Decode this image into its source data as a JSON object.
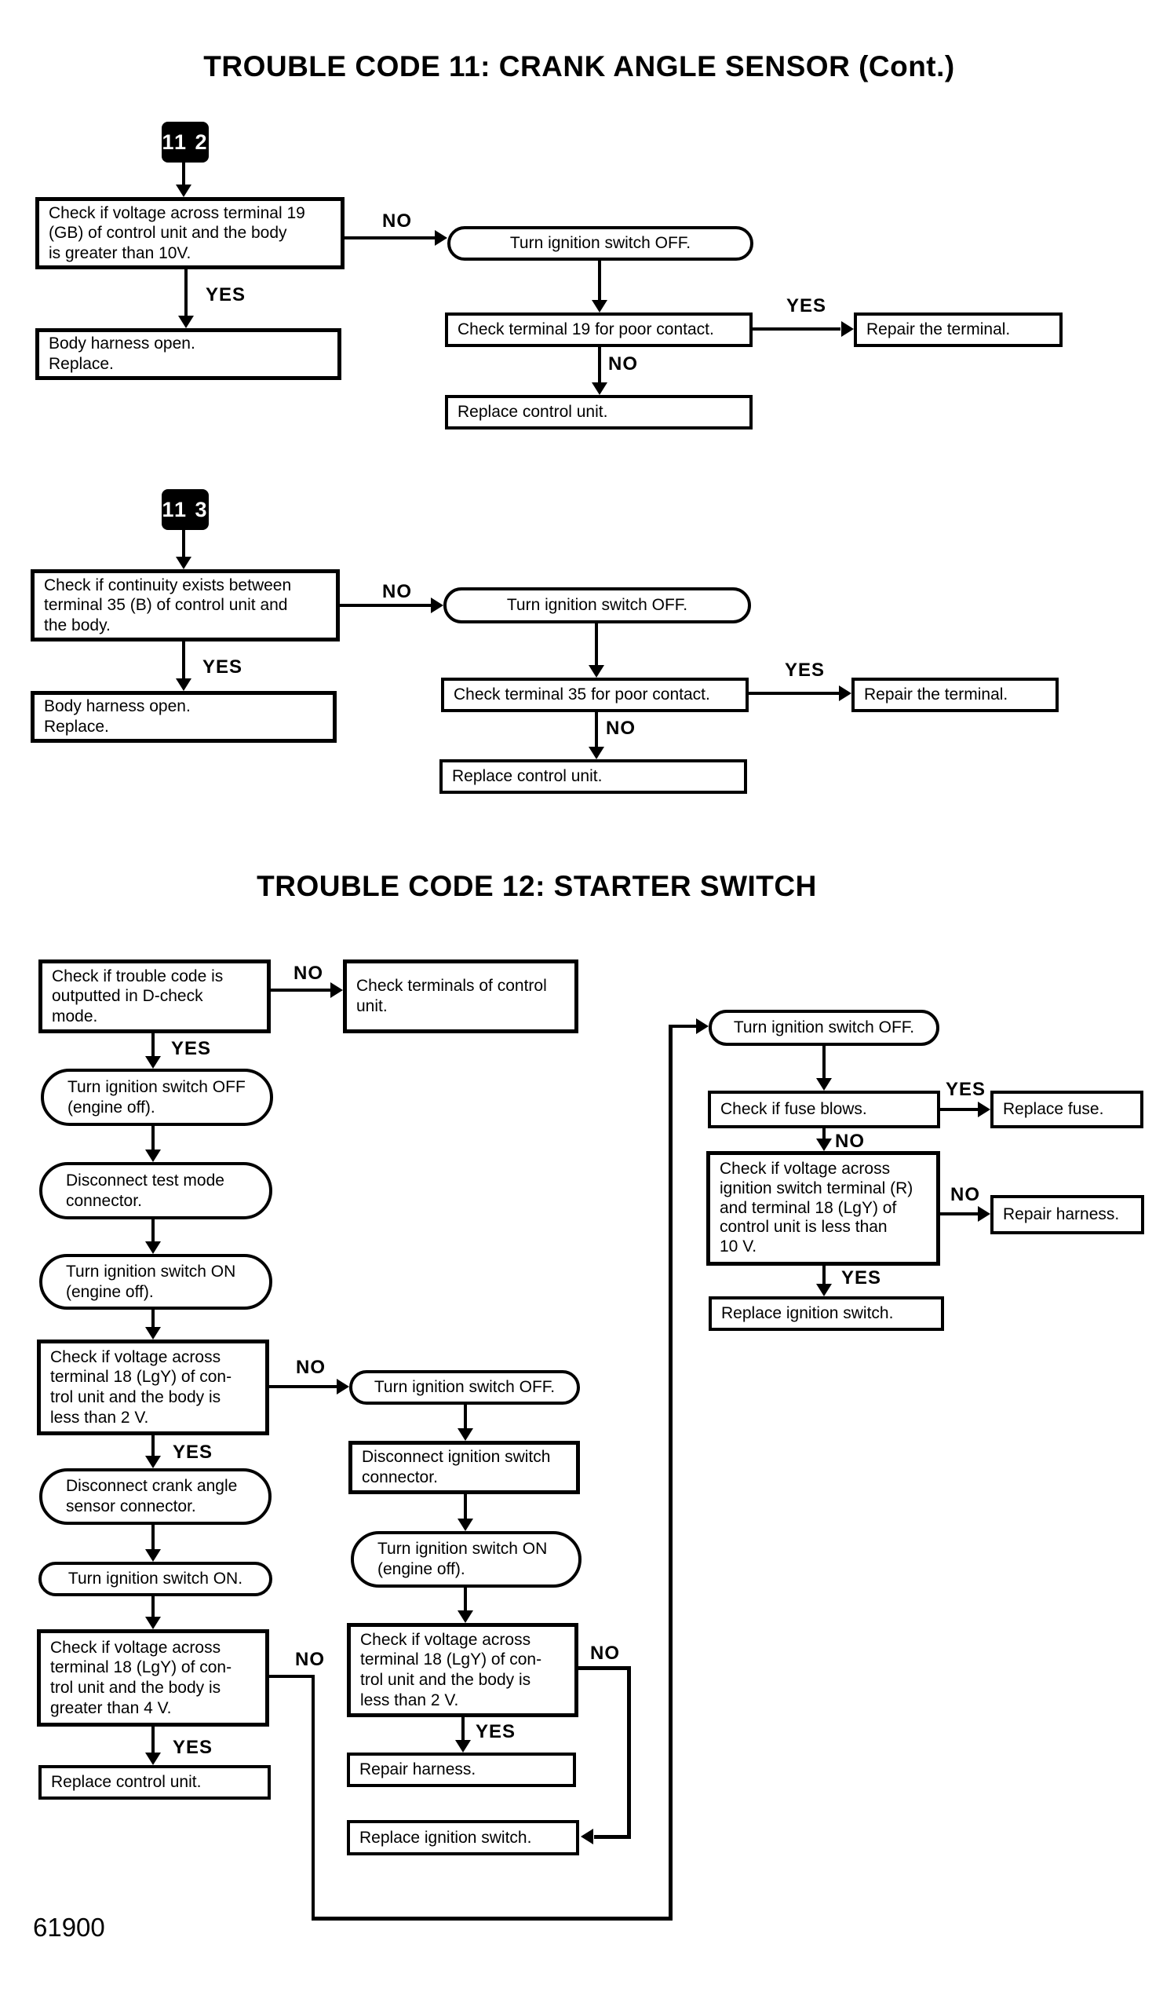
{
  "titles": {
    "tc11": "TROUBLE CODE 11: CRANK ANGLE SENSOR (Cont.)",
    "tc12": "TROUBLE CODE 12: STARTER SWITCH"
  },
  "badges": {
    "b112": "11 2",
    "b113": "11 3"
  },
  "branch": {
    "yes": "YES",
    "no": "NO"
  },
  "footer": {
    "code": "61900"
  },
  "nodes": {
    "s1_q": "Check if voltage across terminal 19\n(GB) of control unit and the body\nis greater than 10V.",
    "s1_harness": "Body harness open.\nReplace.",
    "s1_turn_off": "Turn ignition switch OFF.",
    "s1_check_term": "Check terminal 19 for poor contact.",
    "s1_repair": "Repair the terminal.",
    "s1_replace": "Replace control unit.",
    "s2_q": "Check if continuity exists between\nterminal 35 (B) of control unit and\nthe body.",
    "s2_harness": "Body harness open.\nReplace.",
    "s2_turn_off": "Turn ignition switch OFF.",
    "s2_check_term": "Check terminal 35 for poor contact.",
    "s2_repair": "Repair the terminal.",
    "s2_replace": "Replace control unit.",
    "l1": "Check if trouble code is\noutputted in D-check\nmode.",
    "m0": "Check terminals of control\nunit.",
    "l2": "Turn ignition switch OFF\n(engine off).",
    "l3": "Disconnect test mode\nconnector.",
    "l4": "Turn ignition switch ON\n(engine off).",
    "l5": "Check if voltage across\nterminal 18 (LgY) of con-\ntrol unit and the body is\nless than 2 V.",
    "l6": "Disconnect crank angle\nsensor connector.",
    "l7": "Turn ignition switch ON.",
    "l8": "Check if voltage across\nterminal 18 (LgY) of con-\ntrol unit and the body is\ngreater than 4 V.",
    "l9": "Replace control unit.",
    "m1": "Turn ignition switch OFF.",
    "m2": "Disconnect ignition switch\nconnector.",
    "m3": "Turn ignition switch ON\n(engine off).",
    "m4": "Check if voltage across\nterminal 18 (LgY) of con-\ntrol unit and the body is\nless than 2 V.",
    "m5": "Repair harness.",
    "m6": "Replace ignition switch.",
    "r1": "Turn ignition switch OFF.",
    "r2": "Check if fuse blows.",
    "r3": "Replace fuse.",
    "r4": "Check if voltage across\nignition switch terminal (R)\nand terminal 18 (LgY) of\ncontrol unit is less than\n10 V.",
    "r5": "Repair harness.",
    "r6": "Replace ignition switch."
  }
}
